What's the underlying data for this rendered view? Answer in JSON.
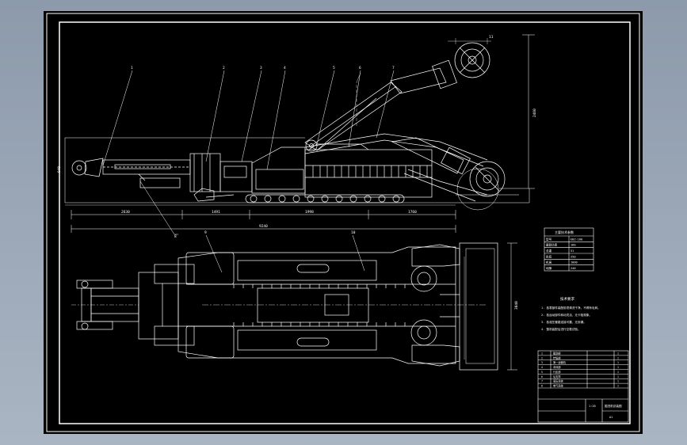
{
  "drawing": {
    "background_color": "#000000",
    "viewport_color": "#9aa6b5",
    "line_color": "#ffffff",
    "callouts": [
      "1",
      "2",
      "3",
      "4",
      "5",
      "6",
      "7",
      "8",
      "9",
      "10",
      "11"
    ],
    "dimensions": {
      "overall_length": "9240",
      "segments": [
        "2630",
        "1491",
        "1998",
        "1760"
      ],
      "height_left": "940",
      "height_right": "2460",
      "width_plan": "3040"
    },
    "params_table": {
      "title": "主要技术参数",
      "rows": [
        [
          "型号",
          "EBZ-160"
        ],
        [
          "截割功率",
          "160"
        ],
        [
          "总重",
          "51"
        ],
        [
          "卧底",
          "250"
        ],
        [
          "机高",
          "1800"
        ],
        [
          "地隙",
          "240"
        ]
      ]
    },
    "tech_notes": {
      "title": "技术要求",
      "lines": [
        "1. 各零部件装配前须清洗干净，不得有毛刺。",
        "2. 各运动部件转动灵活，无卡阻现象。",
        "3. 各液压管路连接可靠，无渗漏。",
        "4. 整机装配后进行空载试验。"
      ]
    },
    "title_block": {
      "drawing_name": "掘进机总装图",
      "scale": "1:20",
      "sheet": "A1",
      "parts": [
        [
          "1",
          "截割部",
          "1"
        ],
        [
          "2",
          "铲板部",
          "1"
        ],
        [
          "3",
          "第一运输机",
          "1"
        ],
        [
          "4",
          "本体部",
          "1"
        ],
        [
          "5",
          "行走部",
          "1"
        ],
        [
          "6",
          "后支撑",
          "1"
        ],
        [
          "7",
          "液压系统",
          "1"
        ],
        [
          "8",
          "电气系统",
          "1"
        ]
      ]
    }
  }
}
